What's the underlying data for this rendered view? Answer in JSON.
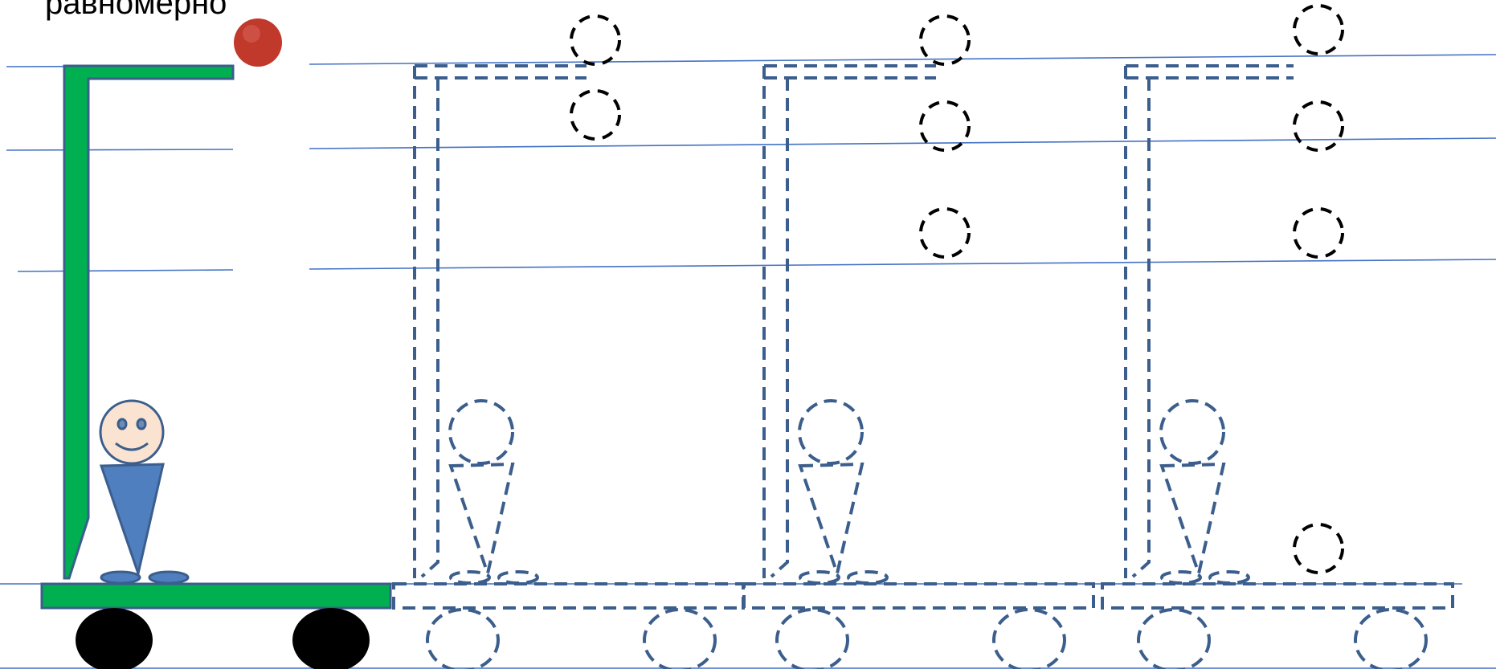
{
  "caption": "равномерно",
  "colors": {
    "background": "#ffffff",
    "guide_line": "#4472c4",
    "outline": "#3b5e8c",
    "cart_green": "#00b050",
    "wheel": "#000000",
    "ball": "#c0392b",
    "ghost_ball": "#000000",
    "face": "#fbe3d1",
    "body": "#4f7fbf"
  },
  "icons": {
    "ball": "ball-icon",
    "person": "person-icon",
    "wheel": "wheel-icon"
  },
  "scene": {
    "moving_cart_copies": 3,
    "ghost_ball_rows": 4
  }
}
